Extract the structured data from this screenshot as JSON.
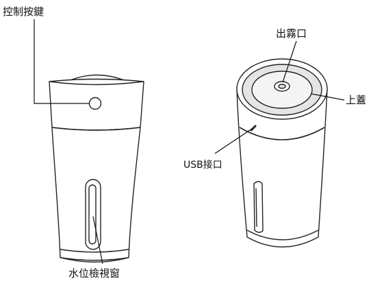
{
  "labels": {
    "control_button": "控制按鍵",
    "mist_outlet": "出霧口",
    "top_lid": "上蓋",
    "usb_port": "USB接口",
    "water_window": "水位檢視窗"
  },
  "colors": {
    "line": "#222222",
    "lid_fill": "#eeeeee",
    "background": "#ffffff"
  }
}
